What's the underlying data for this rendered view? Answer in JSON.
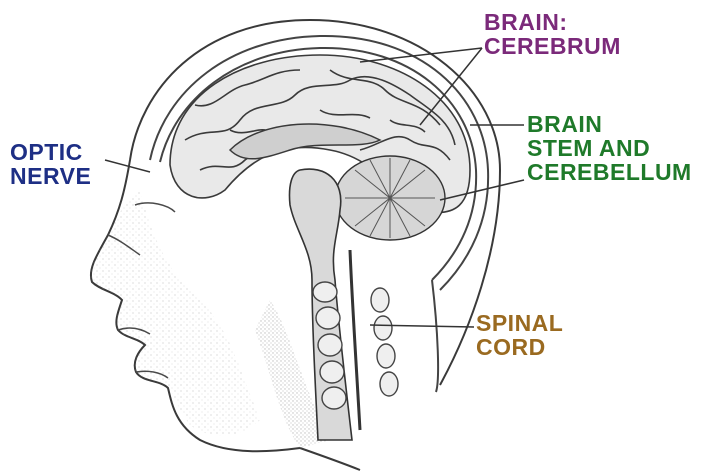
{
  "labels": {
    "cerebrum": {
      "line1": "BRAIN:",
      "line2": "CEREBRUM",
      "color": "#7b2a7a"
    },
    "brainstem": {
      "line1": "BRAIN",
      "line2": "STEM AND",
      "line3": "CEREBELLUM",
      "color": "#1f7a2a"
    },
    "optic": {
      "line1": "OPTIC",
      "line2": "NERVE",
      "color": "#1e2f85"
    },
    "spinal": {
      "line1": "SPINAL",
      "line2": "CORD",
      "color": "#9a6a20"
    }
  }
}
